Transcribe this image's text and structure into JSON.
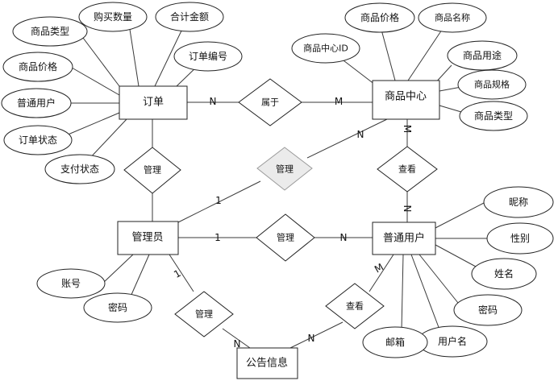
{
  "entities": {
    "order": "订单",
    "product_center": "商品中心",
    "admin": "管理员",
    "regular_user": "普通用户",
    "announcement": "公告信息"
  },
  "relationships": {
    "belongs_to": "属于",
    "manage_order": "管理",
    "manage_product": "管理",
    "manage_user": "管理",
    "manage_announcement": "管理",
    "view_product": "查看",
    "view_announcement": "查看"
  },
  "attributes": {
    "order": {
      "product_type": "商品类型",
      "purchase_qty": "购买数量",
      "total_amount": "合计金额",
      "order_no": "订单编号",
      "product_price": "商品价格",
      "regular_user": "普通用户",
      "order_status": "订单状态",
      "payment_status": "支付状态"
    },
    "product_center": {
      "product_center_id": "商品中心ID",
      "product_price": "商品价格",
      "product_name": "商品名称",
      "product_use": "商品用途",
      "product_spec": "商品规格",
      "product_type": "商品类型"
    },
    "regular_user": {
      "nickname": "昵称",
      "gender": "性别",
      "name": "姓名",
      "password": "密码",
      "username": "用户名",
      "email": "邮箱"
    },
    "admin": {
      "account": "账号",
      "password": "密码"
    }
  },
  "cardinalities": {
    "order_belongs": "N",
    "product_belongs": "M",
    "admin_product_admin": "1",
    "admin_product_product": "N",
    "product_view_product": "M",
    "product_view_user": "N",
    "admin_user_admin": "1",
    "admin_user_user": "N",
    "admin_announcement_admin": "1",
    "admin_announcement_ann": "N",
    "user_announcement_user": "M",
    "user_announcement_ann": "N"
  }
}
